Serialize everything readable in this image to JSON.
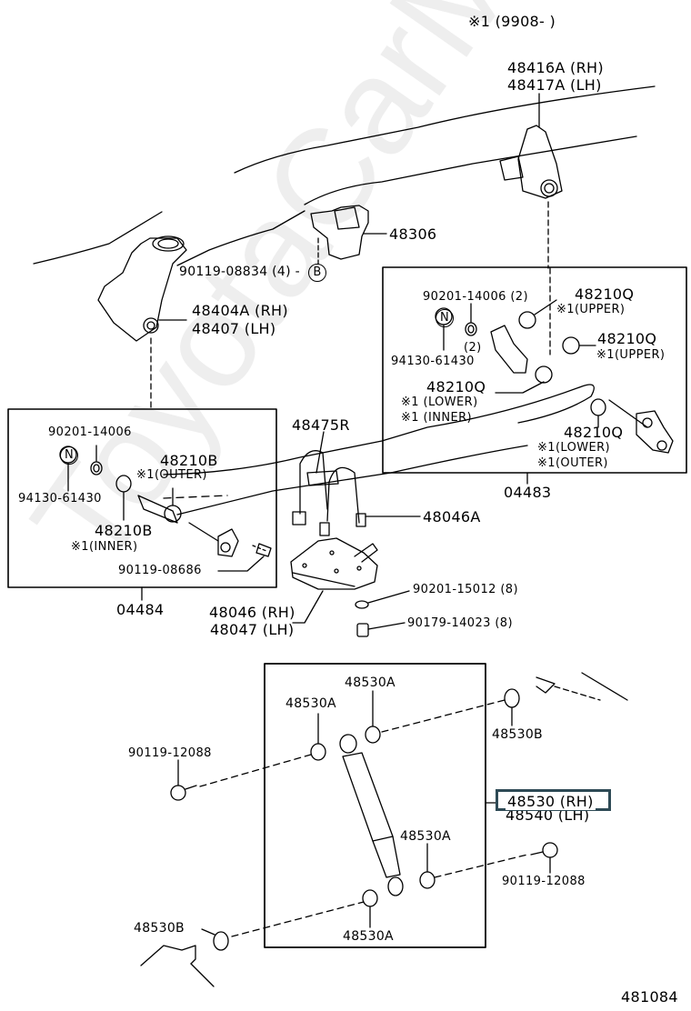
{
  "watermark": "ToyotaCarMe.ru",
  "header": {
    "note": "※1 (9908-        )"
  },
  "figure_number": "481084",
  "highlighted_part": "48530 (RH)",
  "labels": {
    "bracket_front": {
      "rh": "48416A (RH)",
      "lh": "48417A (LH)"
    },
    "bumper": "48306",
    "bolt_b": "90119-08834 (4) -",
    "ref_b": "B",
    "bracket_rear": {
      "rh": "48404A (RH)",
      "lh": "48407   (LH)"
    },
    "kit_04483": {
      "washer": "90201-14006 (2)",
      "n_mark": "N",
      "washer_qty": "(2)",
      "nut": "94130-61430",
      "bushing_upper_1": {
        "part": "48210Q",
        "note": "※1(UPPER)"
      },
      "bushing_upper_2": {
        "part": "48210Q",
        "note": "※1(UPPER)"
      },
      "bushing_lower_inner": {
        "part": "48210Q",
        "note1": "※1 (LOWER)",
        "note2": "※1 (INNER)"
      },
      "bushing_lower_outer": {
        "part": "48210Q",
        "note1": "※1(LOWER)",
        "note2": "※1(OUTER)"
      },
      "kit_number": "04483"
    },
    "kit_04484": {
      "washer": "90201-14006",
      "n_mark": "N",
      "nut": "94130-61430",
      "bushing_outer": {
        "part": "48210B",
        "note": "※1(OUTER)"
      },
      "bushing_inner": {
        "part": "48210B",
        "note": "※1(INNER)"
      },
      "bolt": "90119-08686",
      "kit_number": "04484"
    },
    "u_bolt_seat": "48475R",
    "u_bolt": "48046A",
    "spring_seat": {
      "rh": "48046 (RH)",
      "lh": "48047 (LH)"
    },
    "washer_8": "90201-15012 (8)",
    "nut_8": "90179-14023 (8)",
    "shock": {
      "cushion_a1": "48530A",
      "cushion_a2": "48530A",
      "cushion_a3": "48530A",
      "cushion_a4": "48530A",
      "retainer_b_top": "48530B",
      "retainer_b_bottom": "48530B",
      "bolt_left": "90119-12088",
      "bolt_right": "90119-12088",
      "absorber_rh": "48530 (RH)",
      "absorber_lh": "48540 (LH)"
    }
  }
}
